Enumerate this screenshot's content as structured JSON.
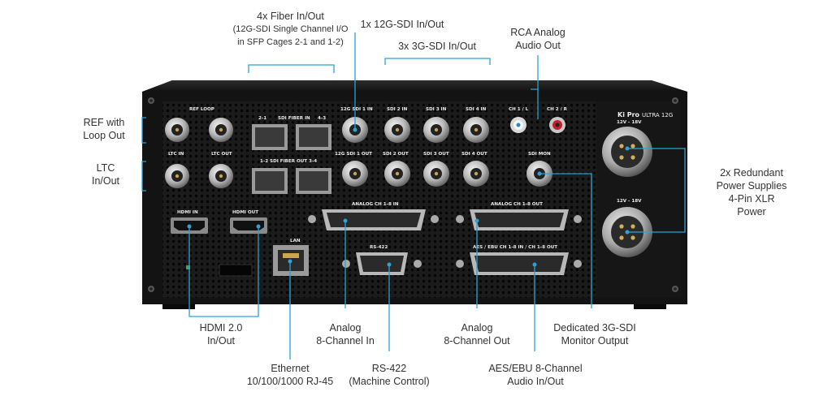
{
  "device": {
    "brand": "Ki Pro",
    "model": "ULTRA 12G",
    "panel_labels": {
      "ref_loop": "REF LOOP",
      "ltc_in": "LTC IN",
      "ltc_out": "LTC OUT",
      "sdi_fiber_in_left": "2-1",
      "sdi_fiber_in": "SDI FIBER IN",
      "sdi_fiber_in_right": "4-3",
      "sdi_fiber_out": "1-2 SDI FIBER OUT 3-4",
      "sdi1_in": "12G SDI 1 IN",
      "sdi2_in": "SDI 2 IN",
      "sdi3_in": "SDI 3 IN",
      "sdi4_in": "SDI 4 IN",
      "sdi1_out": "12G SDI 1 OUT",
      "sdi2_out": "SDI 2 OUT",
      "sdi3_out": "SDI 3 OUT",
      "sdi4_out": "SDI 4 OUT",
      "ch1": "CH 1 / L",
      "ch2": "CH 2 / R",
      "sdi_mon": "SDI MON",
      "power1": "12V - 18V",
      "power2": "12V - 18V",
      "hdmi_in": "HDMI IN",
      "hdmi_out": "HDMI OUT",
      "lan": "LAN",
      "rs422": "RS-422",
      "analog_in": "ANALOG CH 1-8 IN",
      "analog_out": "ANALOG CH 1-8 OUT",
      "aes_ebu": "AES / EBU CH 1-8 IN / CH 1-8 OUT"
    }
  },
  "callouts": {
    "fiber": {
      "line1": "4x Fiber In/Out",
      "line2": "(12G-SDI Single Channel I/O",
      "line3": "in SFP Cages 2-1 and 1-2)"
    },
    "sdi12g": {
      "line1": "1x 12G-SDI In/Out"
    },
    "sdi3g": {
      "line1": "3x 3G-SDI In/Out"
    },
    "rca": {
      "line1": "RCA Analog",
      "line2": "Audio Out"
    },
    "ref": {
      "line1": "REF with",
      "line2": "Loop Out"
    },
    "ltc": {
      "line1": "LTC",
      "line2": "In/Out"
    },
    "power": {
      "line1": "2x Redundant",
      "line2": "Power Supplies",
      "line3": "4-Pin XLR",
      "line4": "Power"
    },
    "hdmi": {
      "line1": "HDMI 2.0",
      "line2": "In/Out"
    },
    "ethernet": {
      "line1": "Ethernet",
      "line2": "10/100/1000 RJ-45"
    },
    "analog_in": {
      "line1": "Analog",
      "line2": "8-Channel In"
    },
    "rs422": {
      "line1": "RS-422",
      "line2": "(Machine Control)"
    },
    "analog_out": {
      "line1": "Analog",
      "line2": "8-Channel Out"
    },
    "aes": {
      "line1": "AES/EBU 8-Channel",
      "line2": "Audio In/Out"
    },
    "sdi_mon": {
      "line1": "Dedicated 3G-SDI",
      "line2": "Monitor Output"
    }
  },
  "colors": {
    "accent": "#29a3d8",
    "chassis": "#1e1e1e",
    "panel": "#151515"
  }
}
